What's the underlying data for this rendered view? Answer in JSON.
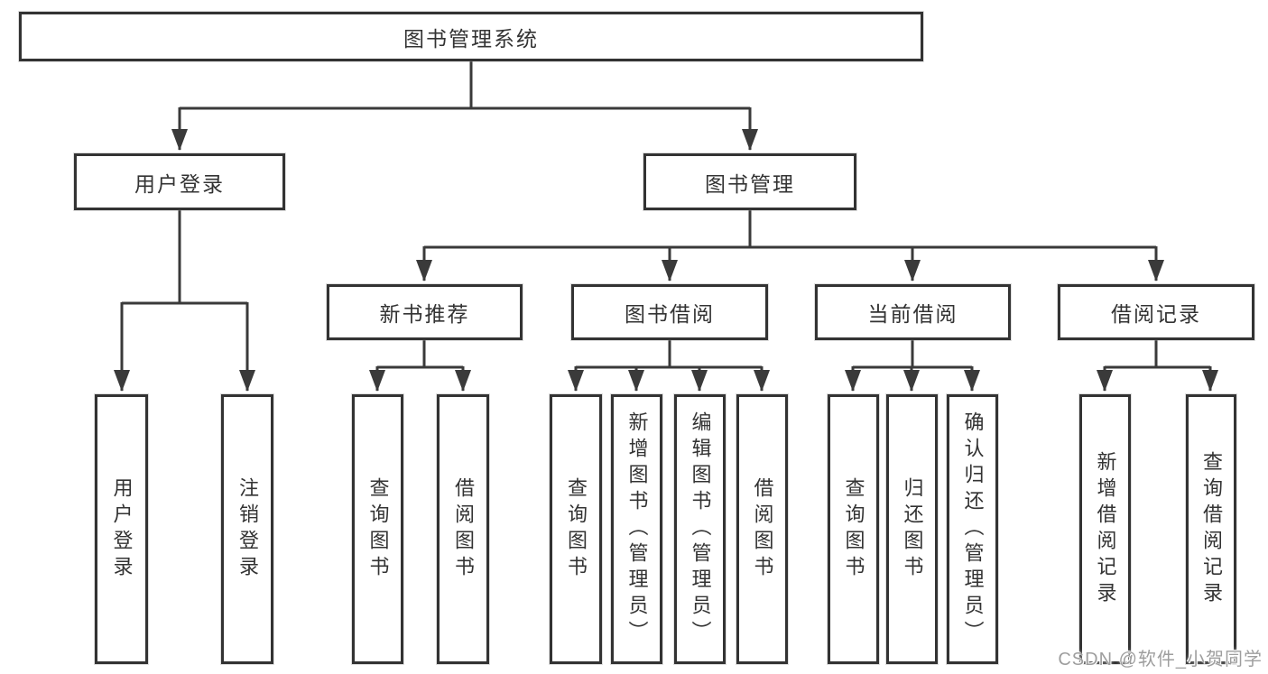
{
  "diagram": {
    "root": {
      "label": "图书管理系统"
    },
    "level2": [
      {
        "label": "用户登录"
      },
      {
        "label": "图书管理"
      }
    ],
    "level3": [
      {
        "label": "新书推荐"
      },
      {
        "label": "图书借阅"
      },
      {
        "label": "当前借阅"
      },
      {
        "label": "借阅记录"
      }
    ],
    "leaves": [
      {
        "label": "用户登录"
      },
      {
        "label": "注销登录"
      },
      {
        "label": "查询图书"
      },
      {
        "label": "借阅图书"
      },
      {
        "label": "查询图书"
      },
      {
        "label": "新增图书（管理员）"
      },
      {
        "label": "编辑图书（管理员）"
      },
      {
        "label": "借阅图书"
      },
      {
        "label": "查询图书"
      },
      {
        "label": "归还图书"
      },
      {
        "label": "确认归还（管理员）"
      },
      {
        "label": "新增借阅记录"
      },
      {
        "label": "查询借阅记录"
      }
    ]
  },
  "watermark": {
    "text": "CSDN @软件_小贺同学"
  },
  "colors": {
    "line": "#3a3a3a",
    "box_border": "#333333",
    "text": "#333333",
    "background": "#ffffff",
    "watermark": "#9e9e9e"
  }
}
